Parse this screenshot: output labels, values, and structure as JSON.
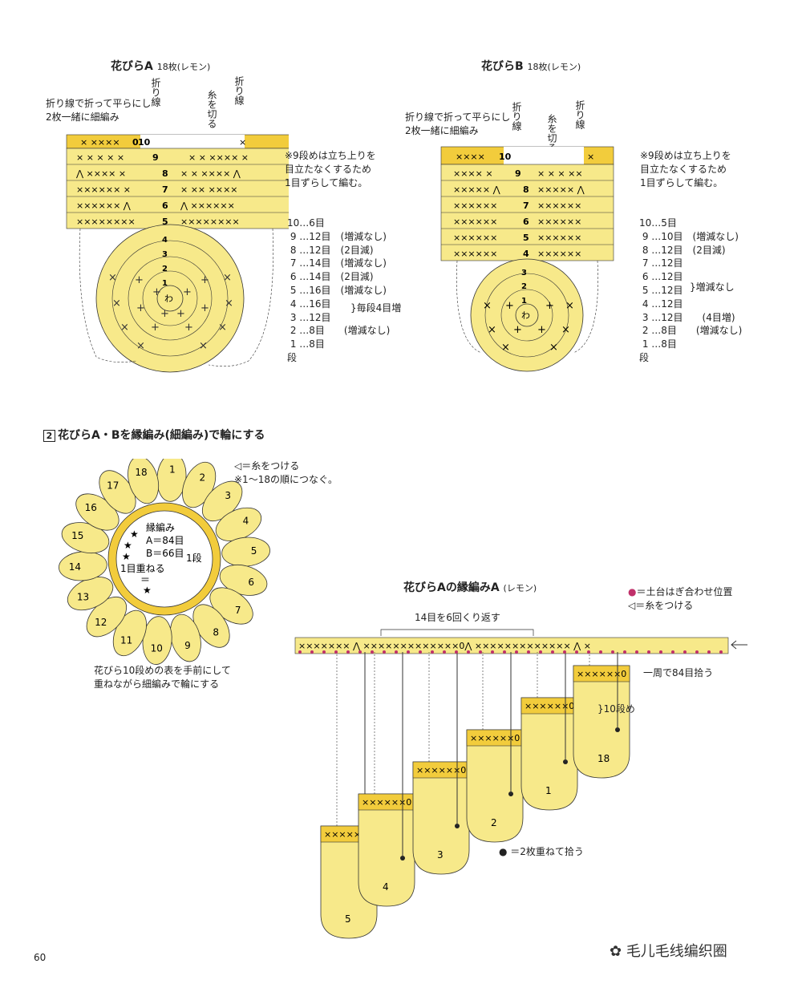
{
  "petal_a": {
    "title": "花びらA",
    "count": "18枚(レモン)",
    "fold_note": [
      "折り線で折って平らにし",
      "2枚一緒に細編み"
    ],
    "fold_line": "折り線",
    "cut_yarn": "糸を切る",
    "note9": [
      "※9段めは立ち上りを",
      "目立たなくするため",
      "1目ずらして編む。"
    ],
    "rows": [
      "10…6目",
      "9 …12目　(増減なし)",
      "8 …12目　(2目減)",
      "7 …14目　(増減なし)",
      "6 …14目　(2目減)",
      "5 …16目　(増減なし)",
      "4 …16目",
      "3 …12目",
      "2 …8目　 (増減なし)",
      "1 …8目",
      "段"
    ],
    "brace_label": "毎段4目増",
    "rows_text": "10…6目\n 9 …12目　(増減なし)\n 8 …12目　(2目減)\n 7 …14目　(増減なし)\n 6 …14目　(2目減)\n 5 …16目　(増減なし)\n 4 …16目\n 3 …12目\n 2 …8目　　(増減なし)\n 1 …8目\n段",
    "row_labels": [
      "10",
      "9",
      "8",
      "7",
      "6",
      "5",
      "4",
      "3",
      "2",
      "1"
    ],
    "center": "わ"
  },
  "petal_b": {
    "title": "花びらB",
    "count": "18枚(レモン)",
    "fold_note": [
      "折り線で折って平らにし",
      "2枚一緒に細編み"
    ],
    "fold_line": "折り線",
    "cut_yarn": "糸を切る",
    "note9": [
      "※9段めは立ち上りを",
      "目立たなくするため",
      "1目ずらして編む。"
    ],
    "rows_text": "10…5目\n 9 …10目　(増減なし)\n 8 …12目　(2目減)\n 7 …12目\n 6 …12目\n 5 …12目\n 4 …12目\n 3 …12目　　(4目増)\n 2 …8目　　(増減なし)\n 1 …8目\n段",
    "brace_label": "増減なし",
    "row_labels": [
      "10",
      "9",
      "8",
      "7",
      "6",
      "5",
      "4",
      "3",
      "2",
      "1"
    ],
    "center": "わ"
  },
  "section2": {
    "num": "2",
    "title": "花びらA・Bを縁編み(細編み)で輪にする",
    "attach_legend": "◁＝糸をつける",
    "order_note": "※1～18の順につなぐ。",
    "petal_numbers": [
      "1",
      "2",
      "3",
      "4",
      "5",
      "6",
      "7",
      "8",
      "9",
      "10",
      "11",
      "12",
      "13",
      "14",
      "15",
      "16",
      "17",
      "18"
    ],
    "edge_label": "縁編み",
    "a_count": "A＝84目",
    "b_count": "B＝66目",
    "one_row": "1段",
    "overlap": "1目重ねる",
    "equal": "＝",
    "caption": [
      "花びら10段めの表を手前にして",
      "重ねながら細編みで輪にする"
    ]
  },
  "edging": {
    "title": "花びらAの縁編みA",
    "color": "(レモン)",
    "legend_dot": "＝土台はぎ合わせ位置",
    "legend_attach": "◁＝糸をつける",
    "repeat": "14目を6回くり返す",
    "pickup": "一周で84目拾う",
    "row10": "10段め",
    "two_layer": "＝2枚重ねて拾う",
    "petals": [
      "5",
      "4",
      "3",
      "2",
      "1",
      "18"
    ]
  },
  "page_number": "60",
  "watermark": "毛儿毛线编织圈",
  "colors": {
    "yellow": "#f7e98a",
    "yellow_dark": "#f2cc3c",
    "line": "#333333",
    "accent": "#c0306a"
  }
}
